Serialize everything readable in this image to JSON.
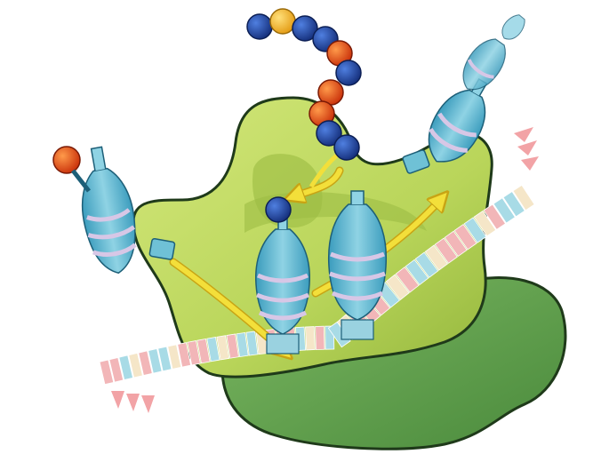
{
  "colors": {
    "background": "#ffffff",
    "large_subunit": "#b9d55a",
    "large_subunit_shade": "#8fb43a",
    "small_subunit": "#5f9f4c",
    "small_subunit_shade": "#3e7a33",
    "outline": "#1f3a1a",
    "trna_light": "#bfe3ee",
    "trna_mid": "#6fc1d6",
    "trna_dark": "#2e8fb0",
    "trna_band": "#d7c7e6",
    "amino_acid_red": "#e24a12",
    "amino_acid_blue": "#1d3f9a",
    "amino_acid_yellow": "#f4b326",
    "arrow_yellow": "#f3df3a",
    "mrna_pink": "#f2b6b8",
    "mrna_blue": "#a8dbe6",
    "mrna_cream": "#f5e6c8"
  },
  "elements": {
    "large_subunit": "large-ribosomal-subunit",
    "small_subunit": "small-ribosomal-subunit",
    "mrna": "mrna-strand",
    "trnas": [
      "trna-entering",
      "trna-a-site",
      "trna-p-site",
      "trna-exiting",
      "trna-released"
    ],
    "polypeptide_chain": [
      "blue",
      "yellow",
      "blue",
      "blue",
      "red",
      "blue",
      "red",
      "red",
      "blue",
      "blue"
    ]
  }
}
